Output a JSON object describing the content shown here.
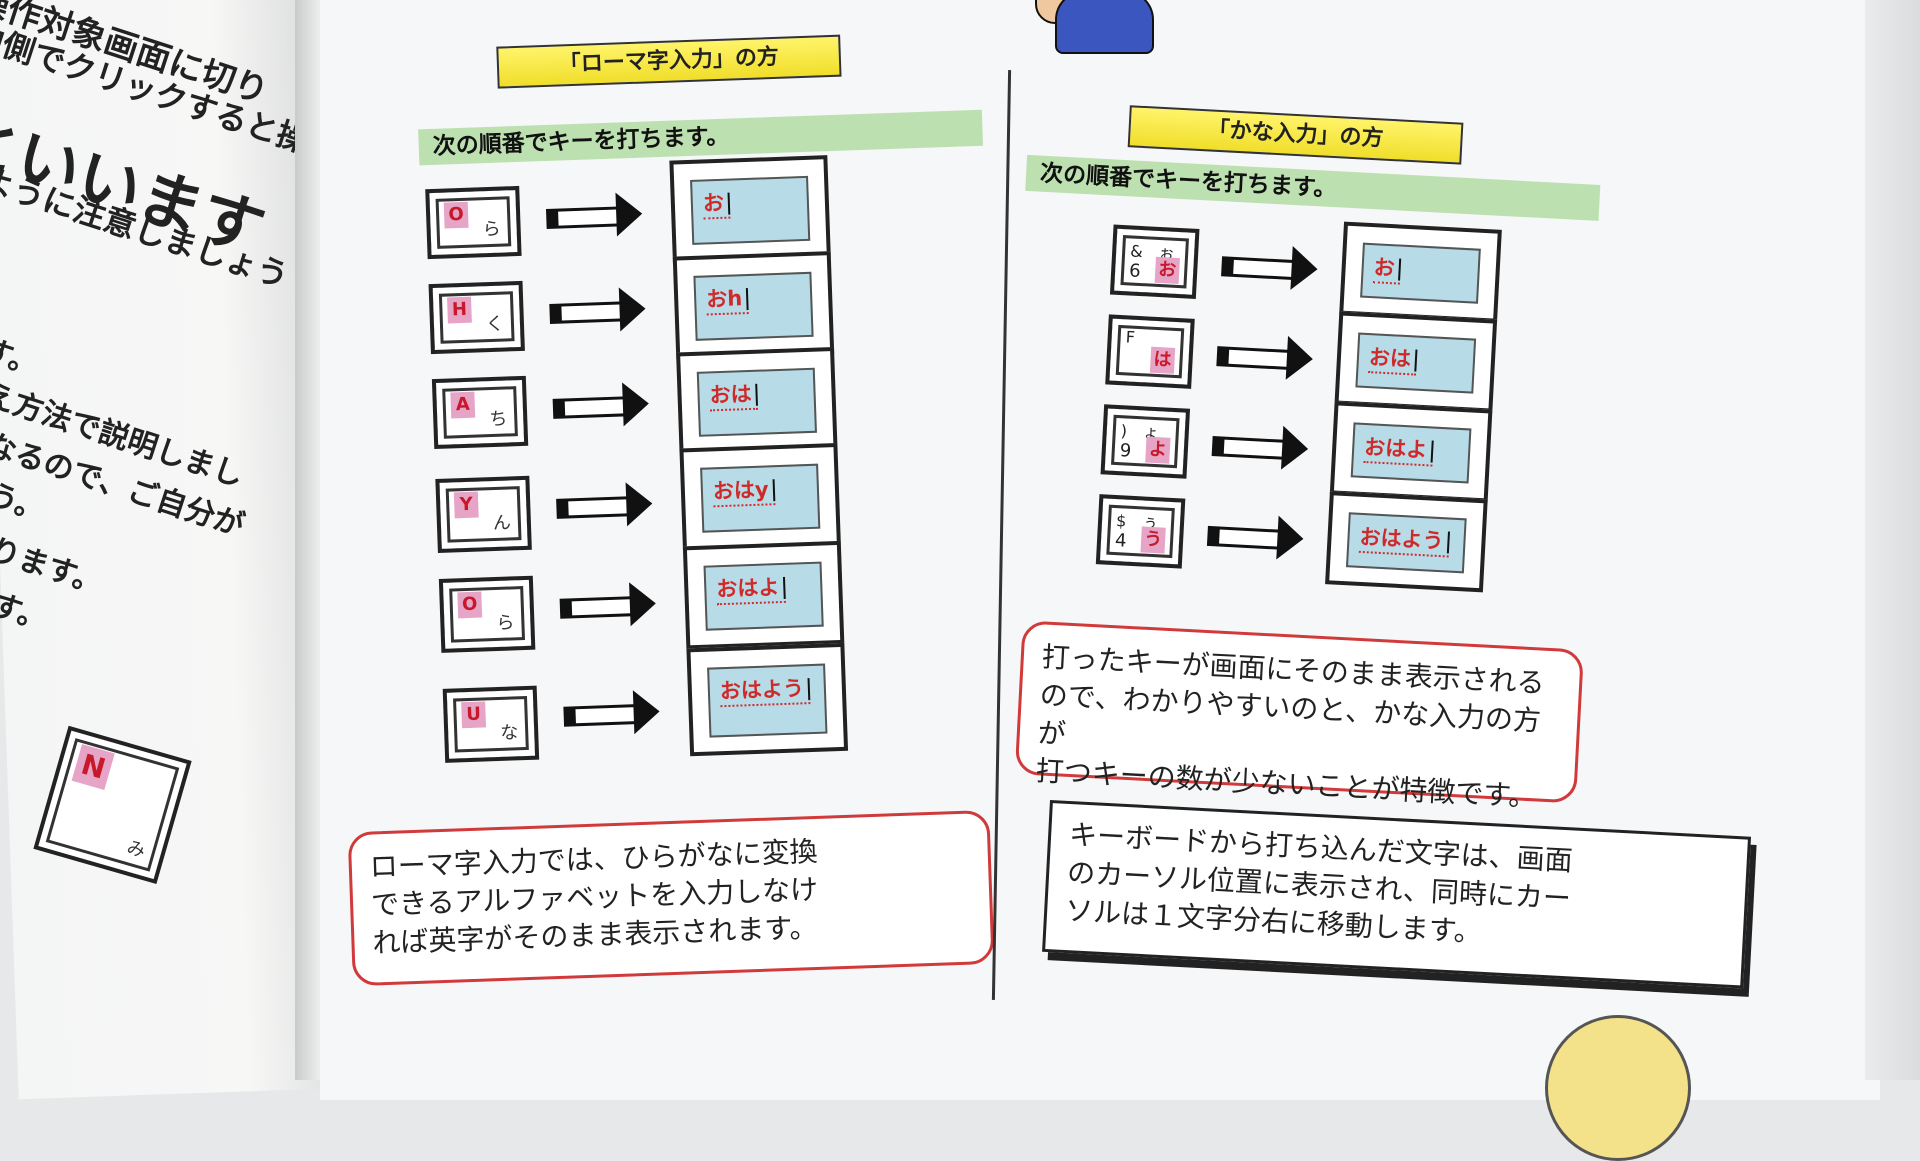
{
  "left_page": {
    "line1": "操作対象画面に切り",
    "line2": "内側でクリックすると操",
    "heading": "といいます",
    "sub": "ように注意しましょう",
    "body": [
      "す。",
      "え方法で説明しまし",
      "なるので、ご自分が",
      "う。",
      "ります。",
      "す。"
    ],
    "key_letter": "N",
    "key_kana": "み"
  },
  "romaji": {
    "banner": "「ローマ字入力」の方",
    "instruction": "次の順番でキーを打ちます。",
    "steps": [
      {
        "key": "O",
        "kana": "ら",
        "screen": "お"
      },
      {
        "key": "H",
        "kana": "く",
        "screen": "おh"
      },
      {
        "key": "A",
        "kana": "ち",
        "screen": "おは"
      },
      {
        "key": "Y",
        "kana": "ん",
        "screen": "おはy"
      },
      {
        "key": "O",
        "kana": "ら",
        "screen": "おはよ"
      },
      {
        "key": "U",
        "kana": "な",
        "screen": "おはよう"
      }
    ],
    "note": [
      "ローマ字入力では、ひらがなに変換",
      "できるアルファベットを入力しなけ",
      "れば英字がそのまま表示されます。"
    ]
  },
  "kana": {
    "banner": "「かな入力」の方",
    "instruction": "次の順番でキーを打ちます。",
    "steps": [
      {
        "top": "&　ぉ",
        "num": "6",
        "key": "お",
        "screen": "お"
      },
      {
        "top": "F",
        "num": "",
        "key": "は",
        "screen": "おは"
      },
      {
        "top": ")　ょ",
        "num": "9",
        "key": "よ",
        "screen": "おはよ"
      },
      {
        "top": "$　ぅ",
        "num": "4",
        "key": "う",
        "screen": "おはよう"
      }
    ],
    "note": [
      "打ったキーが画面にそのまま表示される",
      "ので、わかりやすいのと、かな入力の方が",
      "打つキーの数が少ないことが特徴です。"
    ]
  },
  "summary": [
    "キーボードから打ち込んだ文字は、画面",
    "のカーソル位置に表示され、同時にカー",
    "ソルは１文字分右に移動します。"
  ]
}
